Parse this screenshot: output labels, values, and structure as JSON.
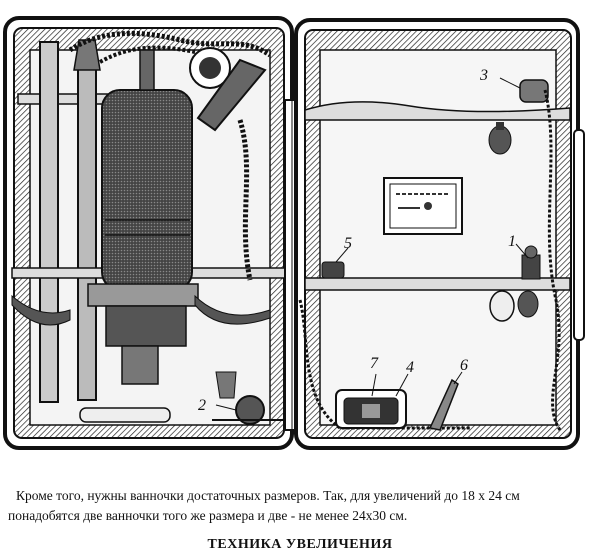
{
  "figure": {
    "callouts": [
      "1",
      "2",
      "3",
      "4",
      "5",
      "6",
      "7"
    ]
  },
  "caption": "Кроме того, нужны ванночки достаточных размеров. Так, для увеличений до 18 x 24 см понадобятся две ванночки того же размера и две - не менее 24x30 см.",
  "section_heading": "ТЕХНИКА УВЕЛИЧЕНИЯ"
}
